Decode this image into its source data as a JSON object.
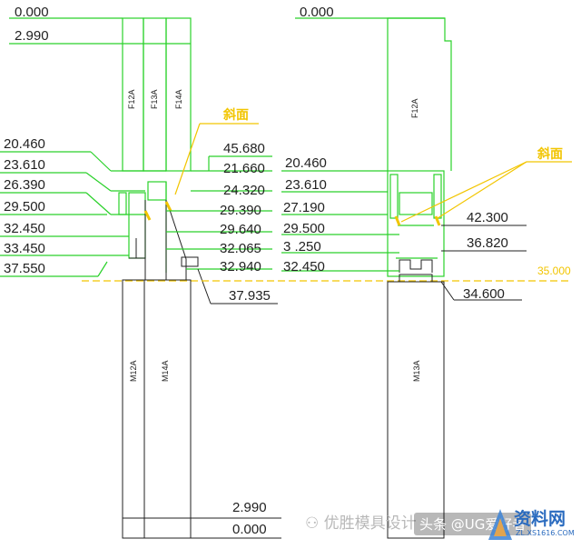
{
  "left_view": {
    "dims_left": [
      "0.000",
      "2.990",
      "20.460",
      "23.610",
      "26.390",
      "29.500",
      "32.450",
      "33.450",
      "37.550"
    ],
    "dims_right": [
      "45.680",
      "21.660",
      "24.320",
      "29.390",
      "29.640",
      "32.065",
      "32.940"
    ],
    "dim_bottom_mid": "37.935",
    "dims_base": [
      "2.990",
      "0.000"
    ],
    "part_labels": [
      "F12A",
      "F13A",
      "F14A",
      "M12A",
      "M14A"
    ],
    "note": "斜面"
  },
  "right_view": {
    "dims_left": [
      "0.000",
      "20.460",
      "23.610",
      "27.190",
      "29.500",
      "32.450"
    ],
    "dim_partial": "3 .250",
    "dims_right": [
      "42.300",
      "36.820"
    ],
    "dim_bottom": "34.600",
    "dim_far_right": "35.000",
    "part_labels": [
      "F12A",
      "M13A"
    ],
    "note": "斜面"
  },
  "watermarks": {
    "wechat": "优胜模具设计",
    "toutiao": "头条 @UG爱好者",
    "site": "资料网",
    "site_url": "ZL.XS1616.COM"
  },
  "colors": {
    "line_green": "#2ad12a",
    "line_black": "#222222",
    "note_yellow": "#f2c500"
  }
}
